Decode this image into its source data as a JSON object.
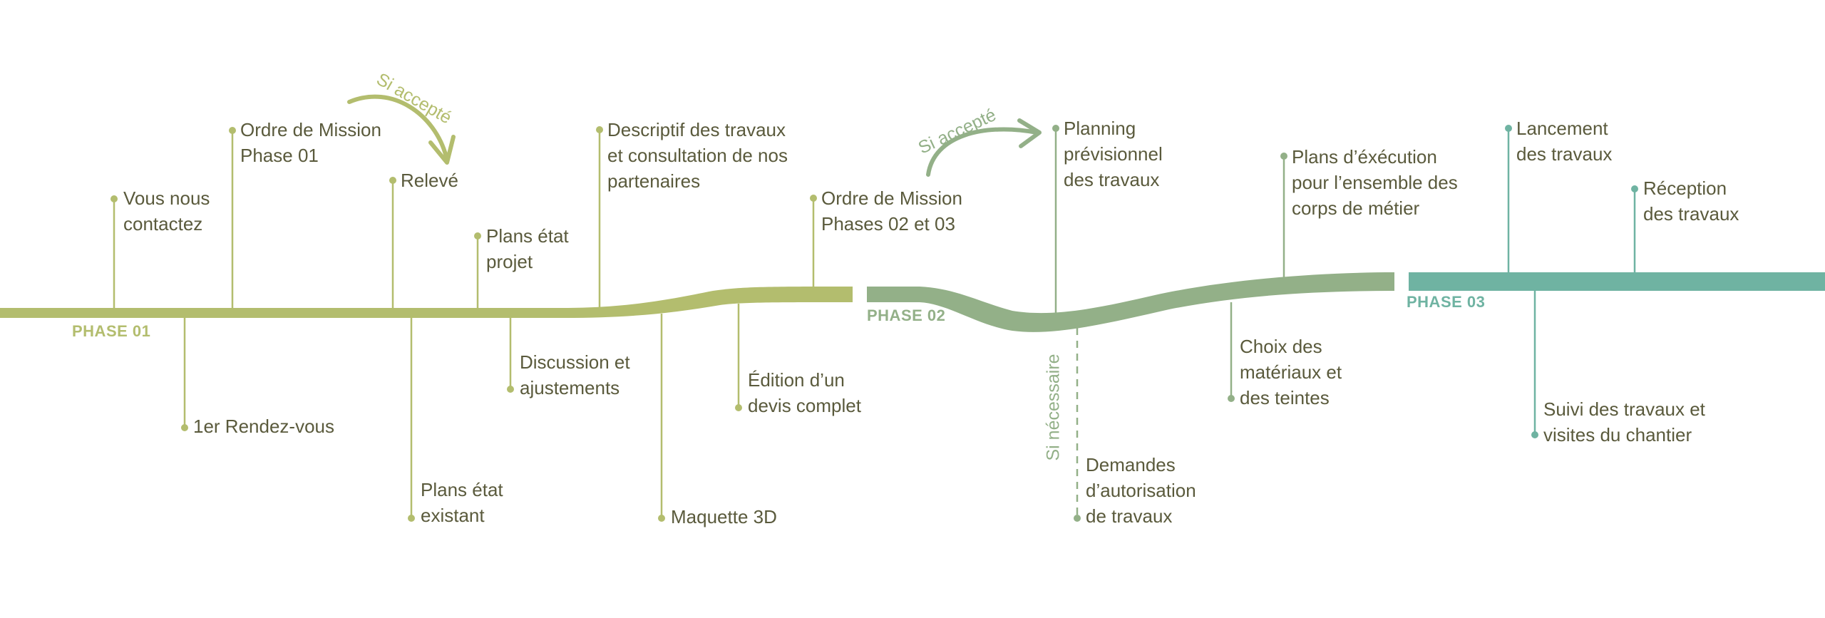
{
  "colors": {
    "phase01": "#b3bd6e",
    "phase02": "#93b088",
    "phase03": "#6fb3a2",
    "text": "#5a5a3c"
  },
  "phases": {
    "p1": "PHASE 01",
    "p2": "PHASE 02",
    "p3": "PHASE 03"
  },
  "milestones": {
    "vous_nous_contactez": "Vous nous\ncontactez",
    "ordre_mission_01": "Ordre de Mission\nPhase 01",
    "releve": "Relevé",
    "plans_etat_projet": "Plans état\nprojet",
    "descriptif": "Descriptif des travaux\net consultation de nos\npartenaires",
    "ordre_mission_02_03": "Ordre de Mission\nPhases 02 et 03",
    "rendez_vous": "1er Rendez-vous",
    "plans_etat_existant": "Plans état\nexistant",
    "discussion": "Discussion et\najustements",
    "maquette": "Maquette 3D",
    "edition_devis": "Édition d’un\ndevis complet",
    "planning": "Planning\nprévisionnel\ndes travaux",
    "plans_execution": "Plans d’éxécution\npour l’ensemble des\ncorps de métier",
    "choix_materiaux": "Choix des\nmatériaux et\ndes teintes",
    "demandes_autorisation": "Demandes\nd’autorisation\nde travaux",
    "lancement": "Lancement\ndes travaux",
    "reception": "Réception\ndes travaux",
    "suivi": "Suivi des travaux et\nvisites du chantier"
  },
  "annotations": {
    "si_accepte_1": "Si accepté",
    "si_accepte_2": "Si accepté",
    "si_necessaire": "Si nécessaire"
  }
}
